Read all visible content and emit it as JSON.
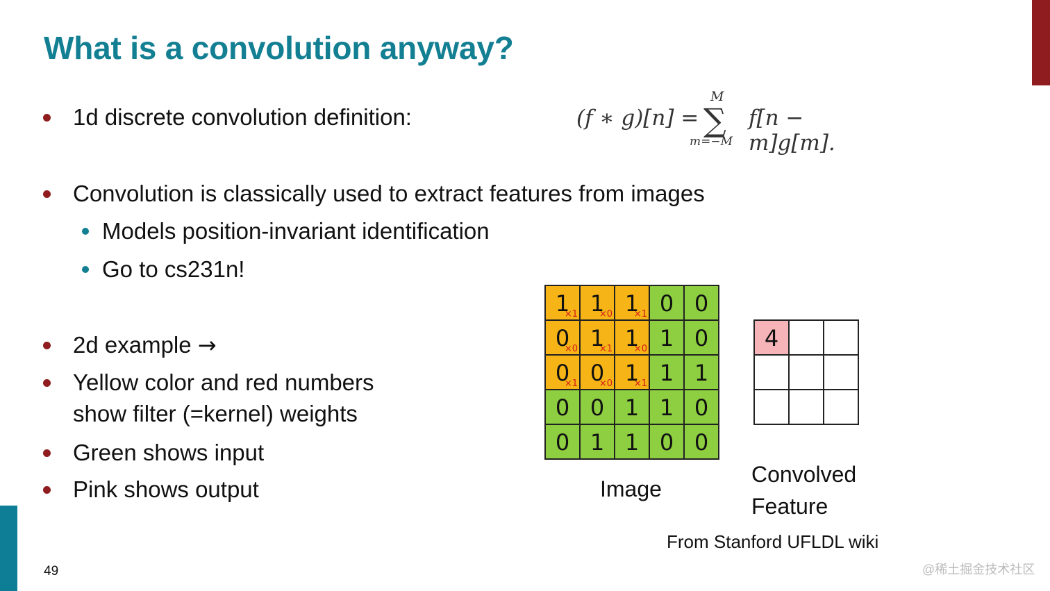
{
  "slide": {
    "title": "What is a convolution anyway?",
    "page_number": "49",
    "watermark": "@稀土掘金技术社区"
  },
  "colors": {
    "title": "#127f93",
    "top_bar": "#8f1d1f",
    "left_bar": "#0d7e95",
    "bullet": "#8f1d1f",
    "sub_bullet": "#127f93",
    "kernel_yellow": "#f6b417",
    "input_green": "#8ecf41",
    "output_pink": "#f6b4b8",
    "weight_red": "#d21a1a"
  },
  "bullets": {
    "b1": "1d discrete convolution definition:",
    "b2": "Convolution is classically used to extract features from images",
    "b2_sub1": "Models position-invariant identification",
    "b2_sub2": "Go to cs231n!",
    "b3": "2d example",
    "b3_arrow": "→",
    "b4_line1": "Yellow color and red numbers",
    "b4_line2": "show filter (=kernel) weights",
    "b5": "Green shows input",
    "b6": "Pink shows output"
  },
  "formula": {
    "lhs": "(f ∗ g)[n] =",
    "sigma": "∑",
    "upper": "M",
    "lower": "m=−M",
    "rhs": "f[n − m]g[m]."
  },
  "image_grid": {
    "values": [
      [
        "1",
        "1",
        "1",
        "0",
        "0"
      ],
      [
        "0",
        "1",
        "1",
        "1",
        "0"
      ],
      [
        "0",
        "0",
        "1",
        "1",
        "1"
      ],
      [
        "0",
        "0",
        "1",
        "1",
        "0"
      ],
      [
        "0",
        "1",
        "1",
        "0",
        "0"
      ]
    ],
    "kernel_weights": [
      [
        "×1",
        "×0",
        "×1"
      ],
      [
        "×0",
        "×1",
        "×0"
      ],
      [
        "×1",
        "×0",
        "×1"
      ]
    ],
    "label": "Image"
  },
  "feature_grid": {
    "values": [
      [
        "4",
        "",
        ""
      ],
      [
        "",
        "",
        ""
      ],
      [
        "",
        "",
        ""
      ]
    ],
    "label": "Convolved\nFeature"
  },
  "source": "From Stanford UFLDL wiki"
}
